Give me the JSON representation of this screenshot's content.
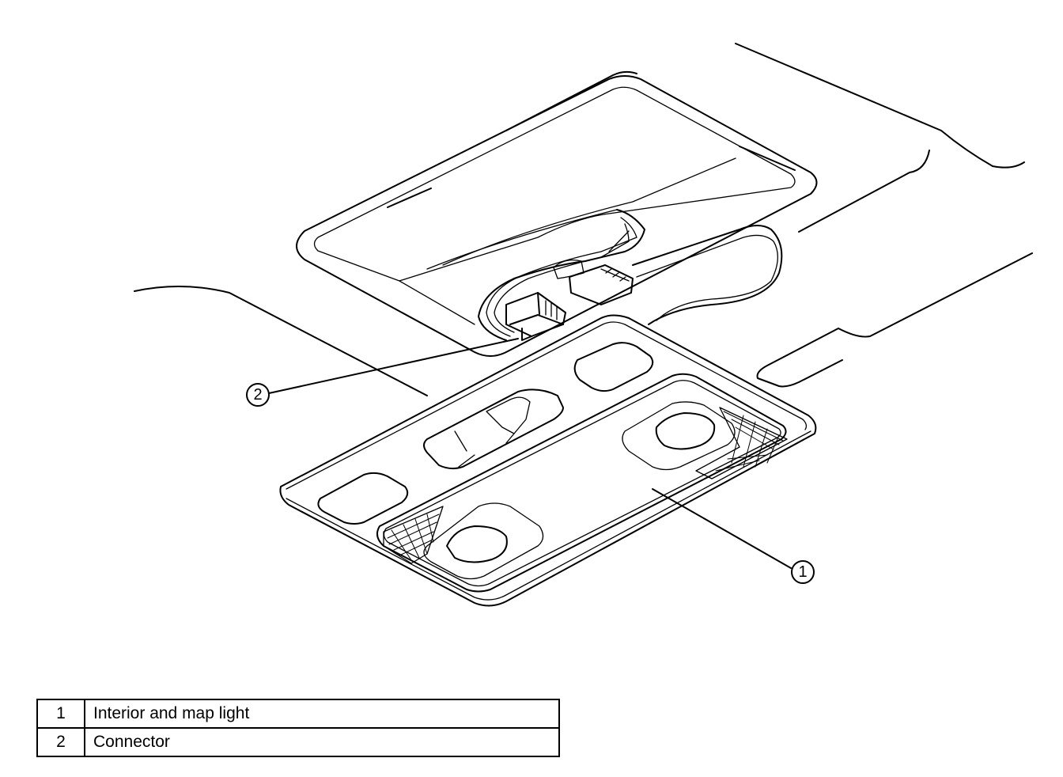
{
  "callouts": [
    {
      "number": "1",
      "target": "Interior and map light"
    },
    {
      "number": "2",
      "target": "Connector"
    }
  ],
  "legend": {
    "rows": [
      {
        "number": "1",
        "label": "Interior and map light"
      },
      {
        "number": "2",
        "label": "Connector"
      }
    ]
  }
}
